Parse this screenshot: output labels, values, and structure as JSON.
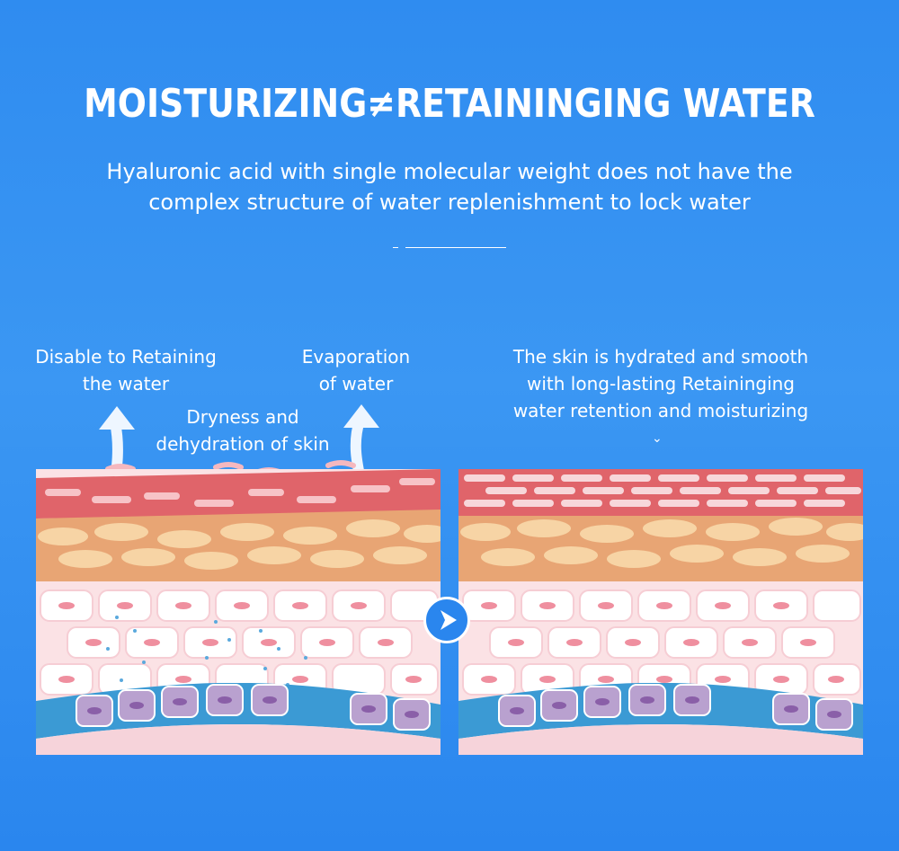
{
  "title": "MOISTURIZING≠RETAININGING WATER",
  "subtitle": {
    "line1": "Hyaluronic acid with single molecular weight does not have the",
    "line2": "complex structure of water replenishment to lock water"
  },
  "left_labels": {
    "disable": [
      "Disable to Retaining",
      "the water"
    ],
    "evaporation": [
      "Evaporation",
      "of water"
    ],
    "dryness": [
      "Dryness and",
      "dehydration of skin"
    ]
  },
  "right_label": [
    "The skin is hydrated and smooth",
    "with long-lasting Retaininging",
    "water retention and moisturizing"
  ],
  "caret_glyph": "⌄",
  "icons": {
    "next": "chevron-right-icon",
    "evaporation": "curved-up-arrow-icon"
  },
  "colors": {
    "background": "#2f8cf0",
    "stratum": "#e0646a",
    "epidermis": "#f3c08c",
    "cells": "#fbe6ea",
    "basal_purple": "#b9a1cf",
    "basal_blue": "#3b9ad4"
  }
}
